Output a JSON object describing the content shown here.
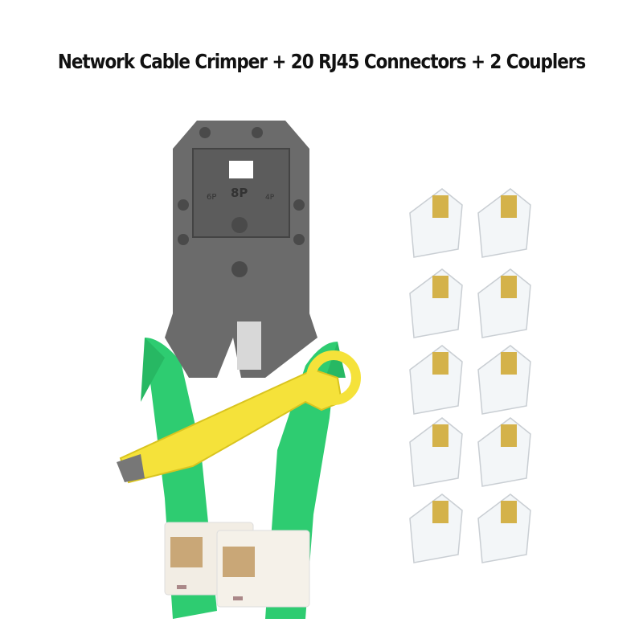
{
  "title": "Network Cable Crimper + 20 RJ45 Connectors + 2 Couplers",
  "crimper": {
    "labels": [
      "6P",
      "8P",
      "4P"
    ],
    "handle_color": "#2ecc71",
    "head_color": "#6b6b6b"
  },
  "stripper_tool": {
    "color": "#f5e23a"
  },
  "couplers": {
    "count": 2,
    "color": "#f2ede4"
  },
  "connectors": {
    "count_shown": 10,
    "contact_color": "#d4b24a"
  },
  "colors": {
    "background": "#ffffff",
    "text": "#111111"
  }
}
